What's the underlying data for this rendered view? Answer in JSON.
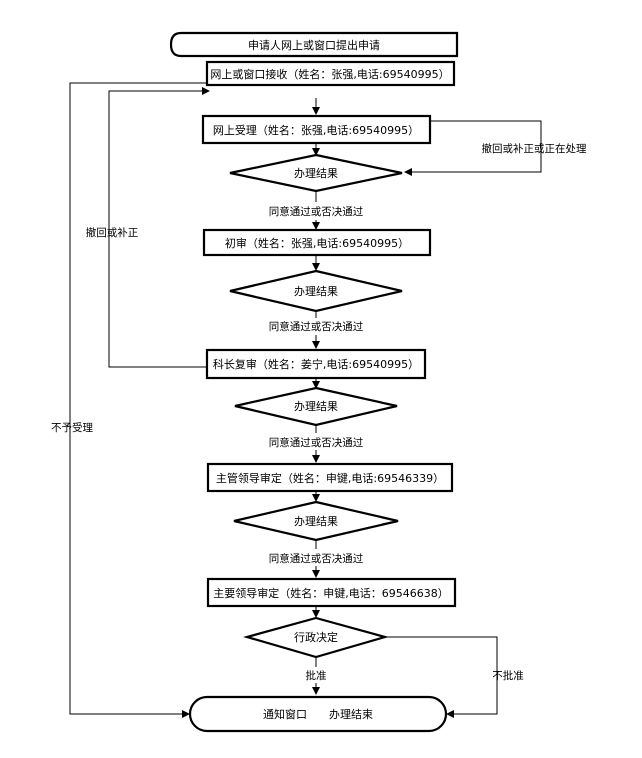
{
  "start": "申请人网上或窗口提出申请",
  "receive": "网上或窗口接收（姓名：张强,电话:69540995）",
  "accept": "网上受理（姓名：张强,电话:69540995）",
  "first_review": "初审（姓名：张强,电话:69540995）",
  "section_review": "科长复审（姓名：姜宁,电话:69540995）",
  "supervisor_review": "主管领导审定（姓名：申键,电话:69546339）",
  "main_leader_review": "主要领导审定（姓名：申键,电话：69546638）",
  "result_1": "办理结果",
  "result_2": "办理结果",
  "result_3": "办理结果",
  "result_4": "办理结果",
  "decision": "行政决定",
  "pass_1": "同意通过或否决通过",
  "pass_2": "同意通过或否决通过",
  "pass_3": "同意通过或否决通过",
  "pass_4": "同意通过或否决通过",
  "withdraw_processing": "撤回或补正或正在处理",
  "withdraw_correct": "撤回或补正",
  "not_accepted": "不予受理",
  "approve": "批准",
  "not_approve": "不批准",
  "end": "通知窗口　　办理结束"
}
